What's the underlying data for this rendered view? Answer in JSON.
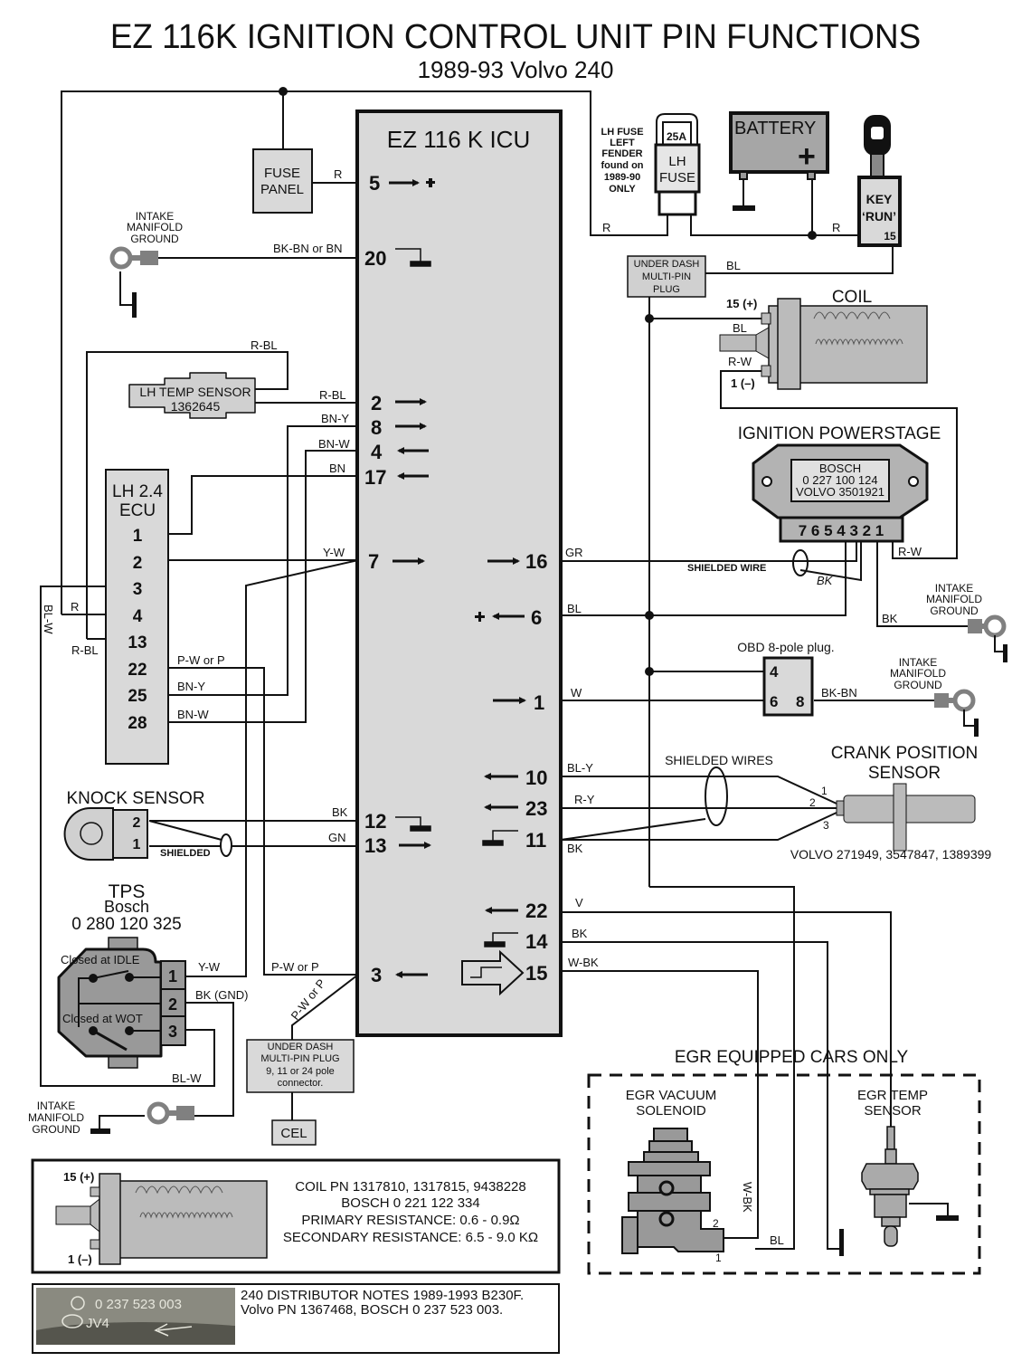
{
  "header": {
    "title": "EZ 116K IGNITION CONTROL UNIT PIN FUNCTIONS",
    "subtitle": "1989-93 Volvo 240"
  },
  "icu": {
    "label": "EZ 116 K ICU",
    "pins": {
      "p5": "5",
      "p20": "20",
      "p2": "2",
      "p8": "8",
      "p4": "4",
      "p17": "17",
      "p7": "7",
      "p16": "16",
      "p6": "6",
      "p1": "1",
      "p10": "10",
      "p23": "23",
      "p12": "12",
      "p13": "13",
      "p11": "11",
      "p22": "22",
      "p14": "14",
      "p3": "3",
      "p15": "15"
    }
  },
  "fuse_panel": {
    "line1": "FUSE",
    "line2": "PANEL"
  },
  "lh_fuse": {
    "rating": "25A",
    "line1": "LH",
    "line2": "FUSE",
    "note": [
      "LH FUSE",
      "LEFT",
      "FENDER",
      "found on",
      "1989-90",
      "ONLY"
    ]
  },
  "battery": {
    "label": "BATTERY",
    "sign": "+"
  },
  "key": {
    "line1": "KEY",
    "line2": "‘RUN’",
    "terminal": "15"
  },
  "under_dash_plug": {
    "lines": [
      "UNDER DASH",
      "MULTI-PIN",
      "PLUG"
    ]
  },
  "under_dash_plug2": {
    "lines": [
      "UNDER DASH",
      "MULTI-PIN PLUG",
      "9, 11 or 24 pole",
      "connector."
    ]
  },
  "cel": "CEL",
  "coil": {
    "label": "COIL",
    "pos": "15 (+)",
    "neg": "1 (–)"
  },
  "powerstage": {
    "label": "IGNITION POWERSTAGE",
    "plate": [
      "BOSCH",
      "0 227 100 124",
      "VOLVO 3501921"
    ],
    "pins": "7 6 5 4 3 2 1",
    "shielded": "SHIELDED WIRE"
  },
  "ground_label": [
    "INTAKE",
    "MANIFOLD",
    "GROUND"
  ],
  "obd": {
    "label": "OBD 8-pole plug.",
    "pin4": "4",
    "pin6": "6",
    "pin8": "8"
  },
  "crank": {
    "label1": "CRANK POSITION",
    "label2": "SENSOR",
    "shielded": "SHIELDED WIRES",
    "pn": "VOLVO 271949, 3547847, 1389399",
    "pins": [
      "1",
      "2",
      "3"
    ]
  },
  "lh_temp": {
    "line1": "LH TEMP SENSOR",
    "line2": "1362645"
  },
  "lh_ecu": {
    "line1": "LH 2.4",
    "line2": "ECU",
    "pins": [
      "1",
      "2",
      "3",
      "4",
      "13",
      "22",
      "25",
      "28"
    ]
  },
  "knock": {
    "label": "KNOCK SENSOR",
    "pin2": "2",
    "pin1": "1",
    "shielded": "SHIELDED"
  },
  "tps": {
    "label": "TPS",
    "brand": "Bosch",
    "pn": "0 280 120 325",
    "idle": "Closed at IDLE",
    "wot": "Closed at WOT",
    "pins": [
      "1",
      "2",
      "3"
    ]
  },
  "egr": {
    "section": "EGR EQUIPPED CARS ONLY",
    "solenoid": [
      "EGR VACUUM",
      "SOLENOID"
    ],
    "temp": [
      "EGR TEMP",
      "SENSOR"
    ],
    "pin2": "2",
    "pin1": "1"
  },
  "wires": {
    "r": "R",
    "bkbn_or_bn": "BK-BN or BN",
    "rbl": "R-BL",
    "bny": "BN-Y",
    "bnw": "BN-W",
    "bn": "BN",
    "yw": "Y-W",
    "blw": "BL-W",
    "pw_or_p": "P-W or P",
    "gr": "GR",
    "bl": "BL",
    "w": "W",
    "bly": "BL-Y",
    "ry": "R-Y",
    "bk": "BK",
    "gn": "GN",
    "v": "V",
    "wbk": "W-BK",
    "rw": "R-W",
    "bkbn": "BK-BN",
    "bk_gnd": "BK (GND)"
  },
  "coil_note": {
    "lines": [
      "COIL PN 1317810, 1317815, 9438228",
      "BOSCH 0 221 122 334",
      "PRIMARY RESISTANCE:  0.6 - 0.9Ω",
      "SECONDARY RESISTANCE: 6.5 - 9.0 KΩ"
    ],
    "pos": "15 (+)",
    "neg": "1 (–)"
  },
  "distributor_note": {
    "line1": "240 DISTRIBUTOR NOTES 1989-1993 B230F.",
    "line2": "Volvo PN 1367468, BOSCH 0 237 523 003.",
    "photo_text": [
      "0 237 523 003",
      "JV4"
    ]
  }
}
